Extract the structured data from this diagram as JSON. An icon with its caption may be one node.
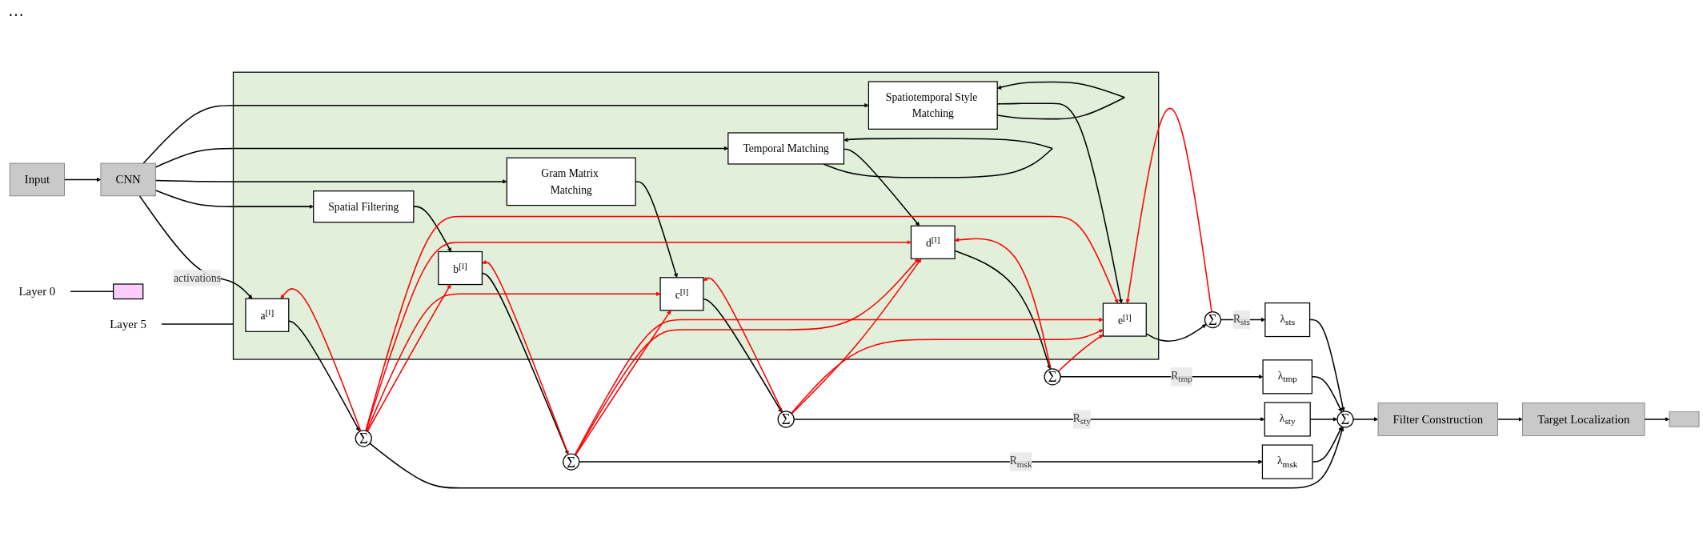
{
  "diagram": {
    "nodes": [
      {
        "text": [
          "Input"
        ]
      },
      {
        "text": [
          "CNN"
        ]
      },
      {
        "text": [
          "Layer 0"
        ]
      },
      {
        "text": [],
        "shape": "box"
      },
      {
        "text": [
          "Layer 5"
        ]
      },
      {
        "text": [],
        "shape": "box"
      },
      {
        "text": [
          "a$^{[l]}$"
        ],
        "in": 5
      },
      {
        "text": [
          "Spatial Filtering"
        ],
        "in": 5
      },
      {
        "text": [
          "b$^{[l]}$"
        ],
        "in": 5
      },
      {
        "text": [
          "Gram Matrix Matching"
        ],
        "in": 5
      },
      {
        "text": [
          "c$^{[l]}$"
        ],
        "in": 5
      },
      {
        "text": [
          "Temporal Matching"
        ],
        "in": 5
      },
      {
        "text": [
          "d$^{[l]}$"
        ],
        "in": 5
      },
      {
        "text": [
          "Spatiotemporal Style Matching"
        ],
        "in": 5
      },
      {
        "text": [
          "e$^{[l]}$"
        ],
        "in": 5
      },
      {
        "text": [
          "Σ"
        ]
      },
      {
        "text": [
          "Σ"
        ]
      },
      {
        "text": [
          "Σ"
        ]
      },
      {
        "text": [
          "Σ"
        ]
      },
      {
        "text": [
          "Σ"
        ]
      },
      {
        "text": [
          "λ$_{msk}$"
        ]
      },
      {
        "text": [
          "λ$_{sty}$"
        ]
      },
      {
        "text": [
          "λ$_{tmp}$"
        ]
      },
      {
        "text": [
          "λ$_{sts}$"
        ]
      },
      {
        "text": [
          "Σ"
        ]
      },
      {
        "text": [
          "Filter Construction"
        ]
      },
      {
        "text": [
          "Target Localization"
        ]
      },
      {
        "text": [],
        "shape": "box"
      }
    ],
    "edges": [
      {
        "from": 0,
        "to": 1,
        "arrow": "to"
      },
      {
        "from": 2,
        "to": 3,
        "arrow": "none"
      },
      {
        "from": 4,
        "to": 5,
        "arrow": "none"
      },
      {
        "from": 1,
        "to": 6,
        "arrow": "to",
        "label": "activations"
      },
      {
        "from": 1,
        "to": 7,
        "arrow": "to"
      },
      {
        "from": 1,
        "to": 9,
        "arrow": "to"
      },
      {
        "from": 1,
        "to": 11,
        "arrow": "to"
      },
      {
        "from": 1,
        "to": 13,
        "arrow": "to"
      },
      {
        "from": 11,
        "to": 11,
        "arrow": "to"
      },
      {
        "from": 13,
        "to": 13,
        "arrow": "to"
      },
      {
        "from": 7,
        "to": 8,
        "arrow": "to"
      },
      {
        "from": 9,
        "to": 10,
        "arrow": "to"
      },
      {
        "from": 11,
        "to": 12,
        "arrow": "to"
      },
      {
        "from": 13,
        "to": 14,
        "arrow": "to"
      },
      {
        "from": 6,
        "to": 15,
        "arrow": "to"
      },
      {
        "from": 8,
        "to": 16,
        "arrow": "to"
      },
      {
        "from": 10,
        "to": 17,
        "arrow": "to"
      },
      {
        "from": 12,
        "to": 18,
        "arrow": "to"
      },
      {
        "from": 14,
        "to": 19,
        "arrow": "to"
      },
      {
        "from": 15,
        "to": 6,
        "arrow": "to",
        "color": "#ff0000"
      },
      {
        "from": 15,
        "to": 8,
        "arrow": "to",
        "color": "#ff0000"
      },
      {
        "from": 15,
        "to": 10,
        "arrow": "to",
        "color": "#ff0000"
      },
      {
        "from": 15,
        "to": 12,
        "arrow": "to",
        "color": "#ff0000"
      },
      {
        "from": 15,
        "to": 14,
        "arrow": "to",
        "color": "#ff0000"
      },
      {
        "from": 16,
        "to": 8,
        "arrow": "to",
        "color": "#ff0000"
      },
      {
        "from": 16,
        "to": 10,
        "arrow": "to",
        "color": "#ff0000"
      },
      {
        "from": 16,
        "to": 12,
        "arrow": "to",
        "color": "#ff0000"
      },
      {
        "from": 16,
        "to": 14,
        "arrow": "to",
        "color": "#ff0000"
      },
      {
        "from": 17,
        "to": 10,
        "arrow": "to",
        "color": "#ff0000"
      },
      {
        "from": 17,
        "to": 12,
        "arrow": "to",
        "color": "#ff0000"
      },
      {
        "from": 17,
        "to": 14,
        "arrow": "to",
        "color": "#ff0000"
      },
      {
        "from": 18,
        "to": 12,
        "arrow": "to",
        "color": "#ff0000"
      },
      {
        "from": 18,
        "to": 14,
        "arrow": "to",
        "color": "#ff0000"
      },
      {
        "from": 19,
        "to": 14,
        "arrow": "to",
        "color": "#ff0000"
      },
      {
        "from": 16,
        "to": 20,
        "arrow": "to",
        "label": "R$_{msk}$"
      },
      {
        "from": 17,
        "to": 21,
        "arrow": "to",
        "label": "R$_{sty}$"
      },
      {
        "from": 18,
        "to": 22,
        "arrow": "to",
        "label": "R$_{tmp}$"
      },
      {
        "from": 19,
        "to": 23,
        "arrow": "to",
        "label": "R$_{sts}$"
      },
      {
        "from": 15,
        "to": 24,
        "arrow": "to"
      },
      {
        "from": 20,
        "to": 24,
        "arrow": "to"
      },
      {
        "from": 21,
        "to": 24,
        "arrow": "to"
      },
      {
        "from": 22,
        "to": 24,
        "arrow": "to"
      },
      {
        "from": 23,
        "to": 24,
        "arrow": "to"
      },
      {
        "from": 24,
        "to": 25,
        "arrow": "to"
      },
      {
        "from": 25,
        "to": 26,
        "arrow": "to"
      },
      {
        "from": 26,
        "to": 27,
        "arrow": "to"
      }
    ],
    "labels": [
      "…"
    ]
  }
}
